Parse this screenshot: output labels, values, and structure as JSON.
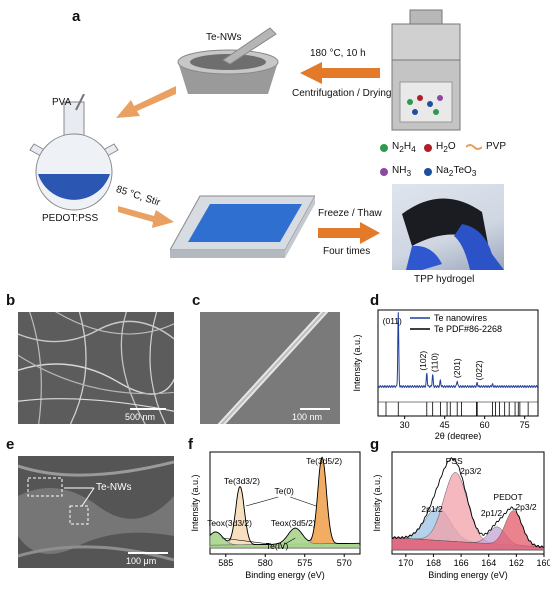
{
  "panel_a": {
    "label": "a",
    "te_nws": "Te-NWs",
    "condition": "180 °C, 10 h",
    "process": "Centrifugation / Drying",
    "pva": "PVA",
    "pedot_pss": "PEDOT:PSS",
    "mix_condition": "85 °C, Stir",
    "freeze_thaw": "Freeze / Thaw",
    "four_times": "Four times",
    "tpp_hydrogel": "TPP hydrogel",
    "legend": [
      {
        "symbol": "N2H4",
        "color": "#2e9a4a"
      },
      {
        "symbol": "H2O",
        "color": "#b01e2a"
      },
      {
        "symbol": "PVP",
        "color": "#e7a060"
      },
      {
        "symbol": "NH3",
        "color": "#8a4aa0"
      },
      {
        "symbol": "Na2TeO3",
        "color": "#1f4e9a"
      }
    ]
  },
  "panel_b": {
    "label": "b",
    "scale": "500 nm"
  },
  "panel_c": {
    "label": "c",
    "scale": "100 nm"
  },
  "panel_e": {
    "label": "e",
    "annotation": "Te-NWs",
    "scale": "100 μm"
  },
  "chart_data": [
    {
      "panel": "d",
      "type": "line",
      "xlabel": "2θ (degree)",
      "ylabel": "Intensity (a.u.)",
      "xlim": [
        20,
        80
      ],
      "xticks": [
        30,
        45,
        60,
        75
      ],
      "series": [
        {
          "name": "Te nanowires",
          "peaks": [
            [
              27.6,
              1.0
            ],
            [
              38.3,
              0.18
            ],
            [
              40.5,
              0.16
            ],
            [
              43.4,
              0.08
            ],
            [
              49.7,
              0.08
            ],
            [
              57.2,
              0.05
            ],
            [
              62.9,
              0.03
            ]
          ]
        },
        {
          "name": "Te PDF#86-2268",
          "sticks": [
            23.0,
            27.6,
            38.3,
            40.5,
            43.4,
            45.9,
            47.1,
            49.7,
            51.3,
            56.9,
            57.2,
            62.9,
            64.1,
            65.6,
            67.5,
            69.2,
            71.4,
            72.6,
            73.2,
            76.3
          ]
        }
      ],
      "peak_labels": [
        {
          "text": "(011)",
          "x": 27.6
        },
        {
          "text": "(102)",
          "x": 38.3
        },
        {
          "text": "(110)",
          "x": 40.5
        },
        {
          "text": "(201)",
          "x": 49.7
        },
        {
          "text": "(022)",
          "x": 57.2
        }
      ]
    },
    {
      "panel": "f",
      "type": "line",
      "xlabel": "Binding energy (eV)",
      "ylabel": "Intensity (a.u.)",
      "xlim": [
        587,
        568
      ],
      "xticks": [
        585,
        580,
        575,
        570
      ],
      "labels": [
        "Te(3d3/2)",
        "Te(3d5/2)",
        "Te(0)",
        "Teox(3d3/2)",
        "Teox(3d5/2)",
        "Te(Ⅳ)"
      ],
      "components": [
        {
          "name": "Te(3d3/2)",
          "center": 583.2,
          "color": "#f7dcb8"
        },
        {
          "name": "Te(3d5/2)",
          "center": 572.8,
          "color": "#f0a452"
        },
        {
          "name": "Teox(3d3/2)",
          "center": 586.3,
          "color": "#a8d48e"
        },
        {
          "name": "Teox(3d5/2)",
          "center": 576.2,
          "color": "#a8d48e"
        }
      ]
    },
    {
      "panel": "g",
      "type": "line",
      "xlabel": "Binding energy (eV)",
      "ylabel": "Intensity (a.u.)",
      "xlim": [
        171,
        160
      ],
      "xticks": [
        170,
        168,
        166,
        164,
        162,
        160
      ],
      "labels": [
        "PSS",
        "2p3/2",
        "2p1/2",
        "2p1/2",
        "PEDOT",
        "2p3/2"
      ],
      "components": [
        {
          "name": "PSS 2p1/2",
          "center": 167.7,
          "color": "#9cc3e6"
        },
        {
          "name": "PSS 2p3/2",
          "center": 166.4,
          "color": "#f2a0a8"
        },
        {
          "name": "PEDOT 2p1/2",
          "center": 163.4,
          "color": "#c4a4d6"
        },
        {
          "name": "PEDOT 2p3/2",
          "center": 162.2,
          "color": "#e45a6a"
        }
      ]
    }
  ]
}
